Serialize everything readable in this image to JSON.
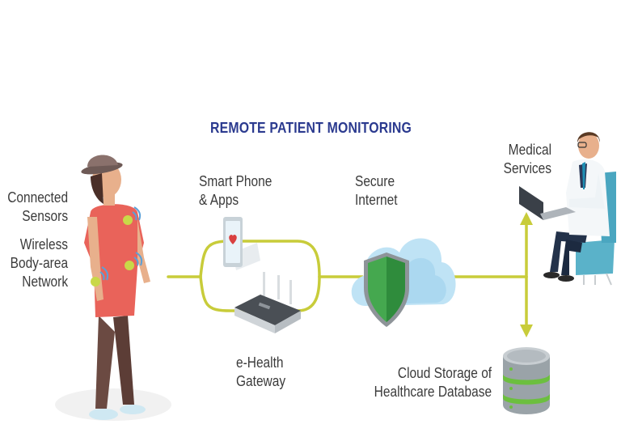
{
  "title": "REMOTE PATIENT MONITORING",
  "colors": {
    "title": "#2b3a8f",
    "connector": "#c8cc3a",
    "label": "#3b3b3b",
    "shield": "#3fa34d",
    "cloud": "#a8d8f0",
    "database": "#9aa3a8",
    "database_band": "#6cbf3f"
  },
  "labels": {
    "connected_sensors": [
      "Connected",
      "Sensors"
    ],
    "wireless_network": [
      "Wireless",
      "Body-area",
      "Network"
    ],
    "smart_phone": [
      "Smart Phone",
      "& Apps"
    ],
    "gateway": [
      "e-Health",
      "Gateway"
    ],
    "secure_internet": [
      "Secure",
      "Internet"
    ],
    "medical_services": [
      "Medical",
      "Services"
    ],
    "cloud_storage": [
      "Cloud Storage of",
      "Healthcare Database"
    ]
  },
  "icons": {
    "patient": "patient-figure",
    "phone": "smartphone-icon",
    "router": "router-icon",
    "cloud": "cloud-shield-icon",
    "doctor": "doctor-figure",
    "database": "database-icon"
  }
}
